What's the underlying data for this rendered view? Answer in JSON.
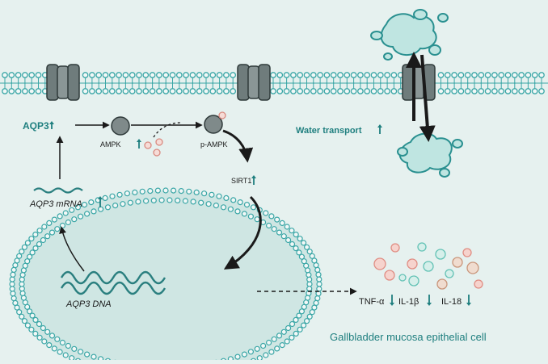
{
  "labels": {
    "aqp3_protein": "AQP3",
    "ampk": "AMPK",
    "p_ampk": "p-AMPK",
    "sirt1": "SIRT1",
    "water_transport": "Water transport",
    "aqp3_mrna": "AQP3 mRNA",
    "aqp3_dna": "AQP3 DNA",
    "tnf_alpha": "TNF-α",
    "il_1beta": "IL-1β",
    "il_18": "IL-18",
    "cell_type": "Gallbladder mucosa epithelial cell"
  },
  "regulation": {
    "aqp3_protein": "up",
    "ampk": "up",
    "sirt1": "up",
    "water_transport": "up",
    "aqp3_mrna": "up",
    "tnf_alpha": "down",
    "il_1beta": "down",
    "il_18": "down"
  },
  "colors": {
    "background": "#e6f1ef",
    "membrane_teal": "#3aa6a6",
    "nucleus_fill": "#cfe6e3",
    "accent_teal": "#1f7f7f",
    "channel_gray": "#6f7c7c",
    "phosphate_pink": "#e9a7a0",
    "cytokine_pink": "#f0b1a8",
    "cytokine_teal": "#7fd1c6",
    "cytokine_tan": "#e7c0a8",
    "arrow_black": "#1a1a1a"
  },
  "icons": [
    "aquaporin-channel-icon",
    "water-cluster-icon",
    "phosphate-icon",
    "cytokine-particle-icon",
    "up-arrow-icon",
    "down-arrow-icon"
  ]
}
